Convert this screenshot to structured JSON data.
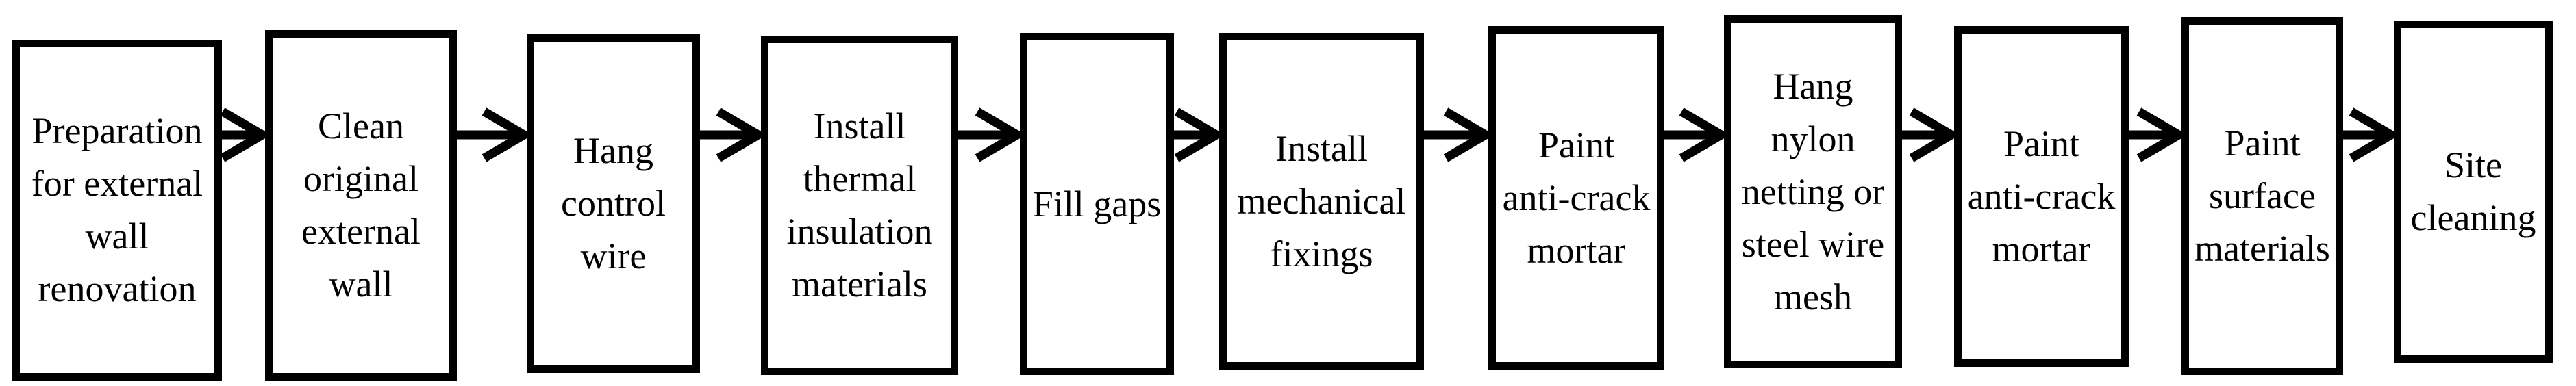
{
  "figure": {
    "type": "flowchart",
    "direction": "left-to-right",
    "colors": {
      "background": "#ffffff",
      "border": "#000000",
      "text": "#000000",
      "arrow": "#000000"
    }
  },
  "flowchart": {
    "connector": "right-arrow",
    "steps": [
      {
        "label": "Preparation for external wall renovation",
        "lines": [
          "Preparation",
          "for external",
          "wall",
          "renovation"
        ]
      },
      {
        "label": "Clean original external wall",
        "lines": [
          "Clean",
          "original",
          "external",
          "wall"
        ]
      },
      {
        "label": "Hang control wire",
        "lines": [
          "Hang",
          "control",
          "wire"
        ]
      },
      {
        "label": "Install thermal insulation materials",
        "lines": [
          "Install",
          "thermal",
          "insulation",
          "materials"
        ]
      },
      {
        "label": "Fill gaps",
        "lines": [
          "Fill gaps"
        ]
      },
      {
        "label": "Install mechanical fixings",
        "lines": [
          "Install",
          "mechanical",
          "fixings"
        ]
      },
      {
        "label": "Paint anti-crack mortar",
        "lines": [
          "Paint",
          "anti-crack",
          "mortar"
        ]
      },
      {
        "label": "Hang nylon netting or steel wire mesh",
        "lines": [
          "Hang",
          "nylon",
          "netting or",
          "steel wire",
          "mesh"
        ]
      },
      {
        "label": "Paint anti-crack mortar",
        "lines": [
          "Paint",
          "anti-crack",
          "mortar"
        ]
      },
      {
        "label": "Paint surface materials",
        "lines": [
          "Paint",
          "surface",
          "materials"
        ]
      },
      {
        "label": "Site cleaning",
        "lines": [
          "Site",
          "cleaning"
        ]
      }
    ]
  }
}
